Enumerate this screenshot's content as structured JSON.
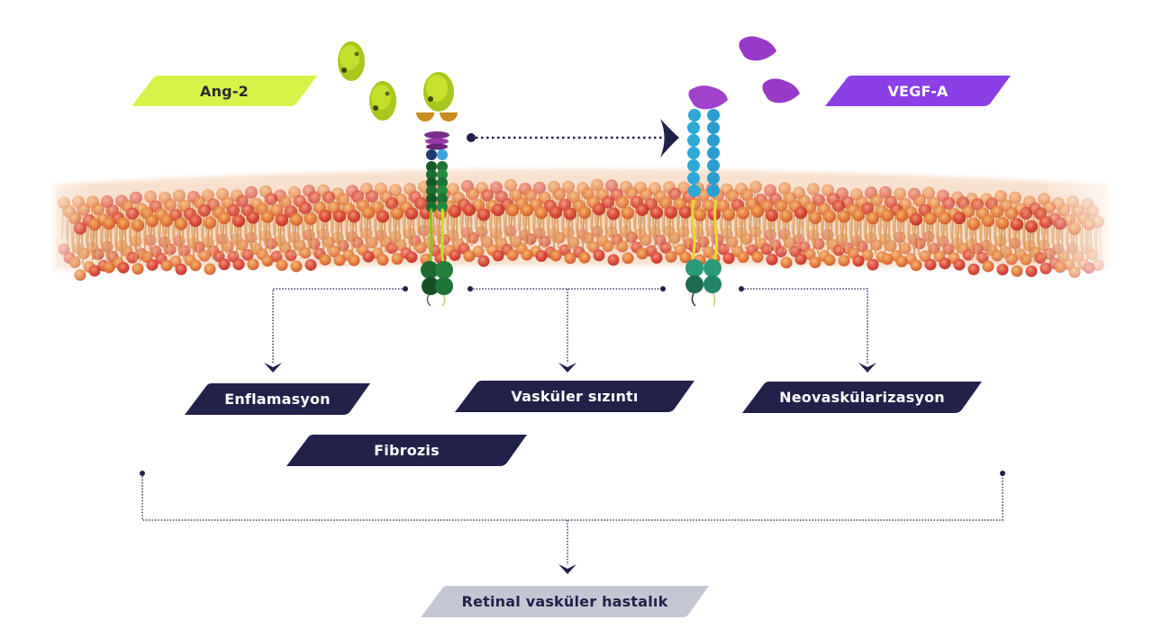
{
  "diagram": {
    "ligands": {
      "ang2": {
        "label": "Ang-2",
        "color": "#d8f24a",
        "text_color": "#2b2b2b"
      },
      "vegfa": {
        "label": "VEGF-A",
        "color": "#8b3fe6",
        "text_color": "#ffffff"
      }
    },
    "outcomes": [
      {
        "id": "enflamasyon",
        "label": "Enflamasyon"
      },
      {
        "id": "vaskuler-sizinti",
        "label": "Vasküler sızıntı"
      },
      {
        "id": "neovaskularizasyon",
        "label": "Neovaskülarizasyon"
      },
      {
        "id": "fibrozis",
        "label": "Fibrozis"
      }
    ],
    "final": {
      "label": "Retinal vasküler hastalık",
      "color": "#c5c6d4"
    },
    "colors": {
      "navy": "#22214a",
      "connector": "#3d3b6b",
      "membrane_orange": "#e07a3a",
      "membrane_red": "#d8402e",
      "receptor_cyan": "#2fa8d8",
      "receptor_green": "#1f7a3a",
      "stalk_yellow": "#e8d834"
    }
  }
}
